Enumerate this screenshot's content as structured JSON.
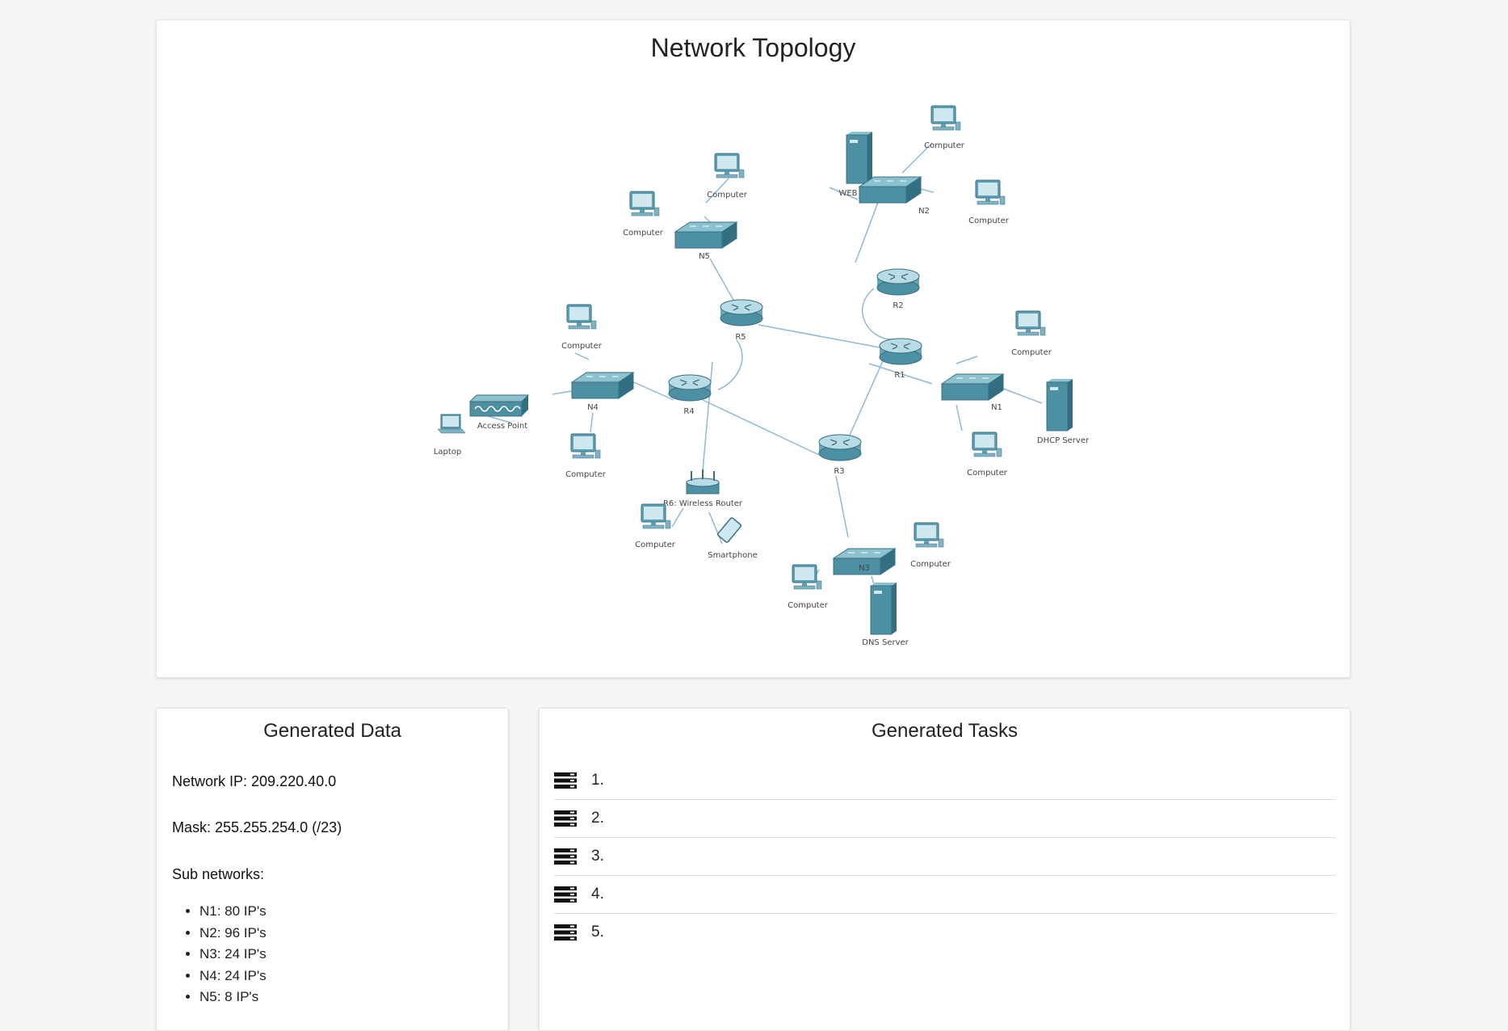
{
  "topology": {
    "title": "Network Topology",
    "labels": {
      "n5_pc_top": "Computer",
      "n5_pc_left": "Computer",
      "n5": "N5",
      "n2_pc_top": "Computer",
      "web_server": "WEB Server",
      "n2": "N2",
      "n2_pc_right": "Computer",
      "r2": "R2",
      "r5": "R5",
      "n4_pc_top": "Computer",
      "r1": "R1",
      "n1_pc_top": "Computer",
      "access_point": "Access Point",
      "n4": "N4",
      "r4": "R4",
      "n1": "N1",
      "dhcp_server": "DHCP Server",
      "laptop": "Laptop",
      "n4_pc_bottom": "Computer",
      "n1_pc_bottom": "Computer",
      "r3": "R3",
      "r6": "R6: Wireless Router",
      "r6_pc": "Computer",
      "smartphone": "Smartphone",
      "n3": "N3",
      "n3_pc_right": "Computer",
      "n3_pc_left": "Computer",
      "dns_server": "DNS Server"
    }
  },
  "generated_data": {
    "title": "Generated Data",
    "network_ip": "Network IP: 209.220.40.0",
    "mask": "Mask: 255.255.254.0 (/23)",
    "subnets_label": "Sub networks:",
    "subnets": [
      "N1: 80 IP's",
      "N2: 96 IP's",
      "N3: 24 IP's",
      "N4: 24 IP's",
      "N5: 8 IP's"
    ]
  },
  "generated_tasks": {
    "title": "Generated Tasks",
    "tasks": [
      "1.",
      "2.",
      "3.",
      "4.",
      "5."
    ]
  },
  "colors": {
    "device_teal": "#4d8fa3",
    "link_blue": "#8fb8d8",
    "background": "#f5f5f5"
  }
}
